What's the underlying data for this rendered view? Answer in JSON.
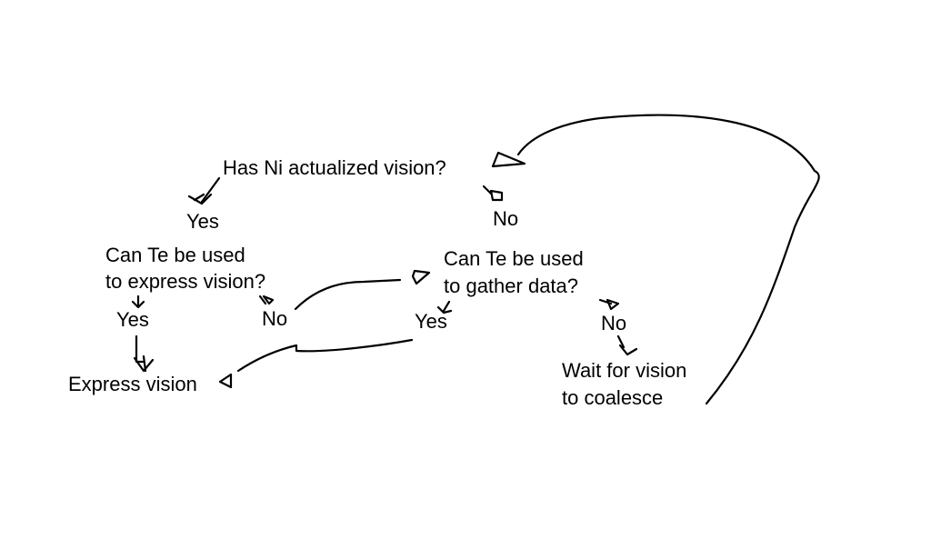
{
  "nodes": {
    "q_actualized": "Has Ni actualized vision?",
    "q1_yes": "Yes",
    "q1_no": "No",
    "q_express_line1": "Can Te be used",
    "q_express_line2": "to express vision?",
    "q2_yes": "Yes",
    "q2_no": "No",
    "q_gather_line1": "Can Te be used",
    "q_gather_line2": "to gather data?",
    "q3_yes": "Yes",
    "q3_no": "No",
    "a_express": "Express vision",
    "a_wait_line1": "Wait for vision",
    "a_wait_line2": "to coalesce"
  },
  "edges": [
    {
      "from": "q_actualized",
      "to": "q1_yes"
    },
    {
      "from": "q_actualized",
      "to": "q1_no"
    },
    {
      "from": "q_express",
      "to": "q2_yes"
    },
    {
      "from": "q_express",
      "to": "q2_no"
    },
    {
      "from": "q2_yes",
      "to": "a_express"
    },
    {
      "from": "q2_no",
      "to": "q_gather"
    },
    {
      "from": "q_gather",
      "to": "q3_yes"
    },
    {
      "from": "q_gather",
      "to": "q3_no"
    },
    {
      "from": "q3_yes",
      "to": "a_express"
    },
    {
      "from": "q3_no",
      "to": "a_wait"
    },
    {
      "from": "a_wait",
      "to": "q_actualized"
    }
  ]
}
